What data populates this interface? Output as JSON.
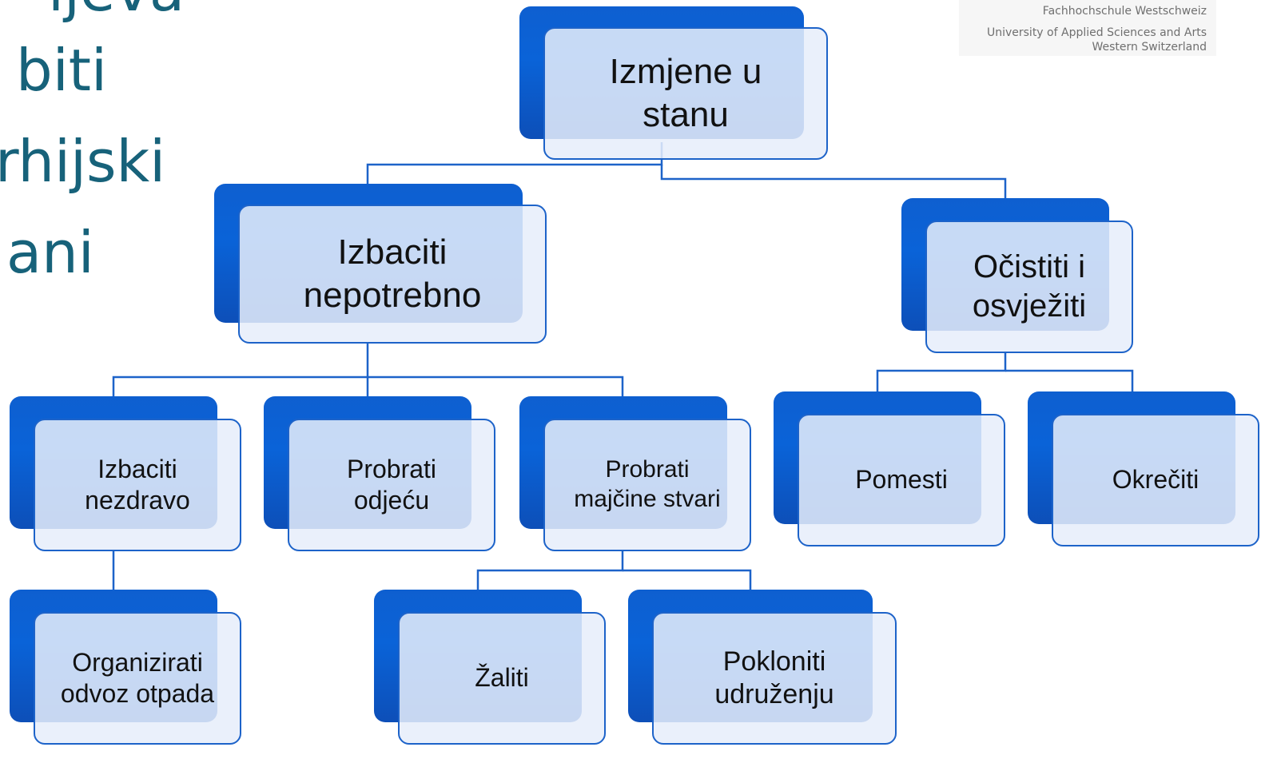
{
  "left_words": [
    "ljeva",
    "biti",
    "rhijski",
    "ani"
  ],
  "logo": {
    "line1": "Fachhochschule Westschweiz",
    "line2": "University of Applied Sciences and Arts",
    "line3": "Western Switzerland"
  },
  "colors": {
    "box_dark": "#0a63d8",
    "box_light": "#e6eefa",
    "border": "#1d63c9",
    "connector": "#1d63c9",
    "side_text": "#17627a"
  },
  "tree": {
    "root": "Izmjene u\nstanu",
    "branch_left": "Izbaciti\nnepotrebno",
    "branch_right": "Očistiti i\nosvježiti",
    "izbaciti_nezdravo": "Izbaciti\nnezdravo",
    "probrati_odjecu": "Probrati\nodjeću",
    "probrati_majcine": "Probrati\nmajčine stvari",
    "pomesti": "Pomesti",
    "okreciti": "Okrečiti",
    "organizirati": "Organizirati\nodvoz otpada",
    "zaliti": "Žaliti",
    "pokloniti": "Pokloniti\nudruženju"
  }
}
